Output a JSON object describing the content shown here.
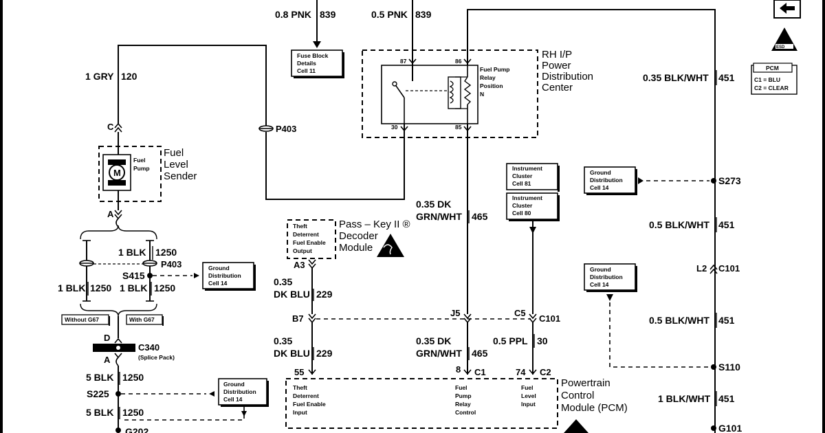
{
  "wires": {
    "pnk_left": {
      "size": "0.8 PNK",
      "circuit": "839"
    },
    "pnk_right": {
      "size": "0.5 PNK",
      "circuit": "839"
    },
    "gry": {
      "size": "1 GRY",
      "circuit": "120"
    },
    "blk_top": {
      "size": "1 BLK",
      "circuit": "1250"
    },
    "blk_left": {
      "size": "1 BLK",
      "circuit": "1250"
    },
    "blk_right": {
      "size": "1 BLK",
      "circuit": "1250"
    },
    "blk5_upper": {
      "size": "5 BLK",
      "circuit": "1250"
    },
    "blk5_lower": {
      "size": "5 BLK",
      "circuit": "1250"
    },
    "dkblu_upper": {
      "size_1": "0.35",
      "size_2": "DK BLU",
      "circuit": "229"
    },
    "dkblu_lower": {
      "size_1": "0.35",
      "size_2": "DK BLU",
      "circuit": "229"
    },
    "dkgrn_upper": {
      "size_1": "0.35 DK",
      "size_2": "GRN/WHT",
      "circuit": "465"
    },
    "dkgrn_lower": {
      "size_1": "0.35 DK",
      "size_2": "GRN/WHT",
      "circuit": "465"
    },
    "ppl": {
      "size": "0.5 PPL",
      "circuit": "30"
    },
    "blkwht_top": {
      "size": "0.35 BLK/WHT",
      "circuit": "451"
    },
    "blkwht_1": {
      "size": "0.5 BLK/WHT",
      "circuit": "451"
    },
    "blkwht_2": {
      "size": "0.5 BLK/WHT",
      "circuit": "451"
    },
    "blkwht_3": {
      "size": "1 BLK/WHT",
      "circuit": "451"
    }
  },
  "connectors": {
    "C": "C",
    "A_sender": "A",
    "D": "D",
    "A_c340": "A",
    "pin87": "87",
    "pin86": "86",
    "pin30": "30",
    "pin85": "85",
    "A3": "A3",
    "B7": "B7",
    "J5": "J5",
    "C5": "C5",
    "C101_mid": "C101",
    "pin55": "55",
    "pin8": "8",
    "C1": "C1",
    "pin74": "74",
    "C2": "C2",
    "L2": "L2",
    "C101_right": "C101",
    "C340": "C340",
    "C340_note": "(Splice Pack)",
    "P403_top": "P403",
    "P403_mid": "P403"
  },
  "splices": {
    "S415": "S415",
    "S225": "S225",
    "G202": "G202",
    "S273": "S273",
    "S110": "S110",
    "G101": "G101"
  },
  "refs": {
    "fuse_block": [
      "Fuse Block",
      "Details",
      "Cell 11"
    ],
    "ground_s415": [
      "Ground",
      "Distribution",
      "Cell 14"
    ],
    "ground_s225": [
      "Ground",
      "Distribution",
      "Cell 14"
    ],
    "ground_s273": [
      "Ground",
      "Distribution",
      "Cell 14"
    ],
    "ground_s110": [
      "Ground",
      "Distribution",
      "Cell 14"
    ],
    "cluster_81": [
      "Instrument",
      "Cluster",
      "Cell 81"
    ],
    "cluster_80": [
      "Instrument",
      "Cluster",
      "Cell 80"
    ],
    "without_g67": "Without G67",
    "with_g67": "With G67"
  },
  "components": {
    "relay": [
      "Fuel Pump",
      "Relay",
      "Position",
      "N"
    ],
    "rh_ip": [
      "RH I/P",
      "Power",
      "Distribution",
      "Center"
    ],
    "fuel_pump_label": [
      "Fuel",
      "Pump"
    ],
    "fuel_level_sender": [
      "Fuel",
      "Level",
      "Sender"
    ],
    "motor_symbol": "M",
    "theft_output": [
      "Theft",
      "Deterrent",
      "Fuel Enable",
      "Output"
    ],
    "decoder": [
      "Pass – Key II ®",
      "Decoder",
      "Module"
    ],
    "pcm_theft": [
      "Theft",
      "Deterrent",
      "Fuel Enable",
      "Input"
    ],
    "pcm_relay": [
      "Fuel",
      "Pump",
      "Relay",
      "Control"
    ],
    "pcm_level": [
      "Fuel",
      "Level",
      "Input"
    ],
    "pcm": [
      "Powertrain",
      "Control",
      "Module (PCM)"
    ]
  },
  "legend": {
    "title": "PCM",
    "c1": "C1 = BLU",
    "c2": "C2 = CLEAR"
  },
  "nav": {
    "back_arrow": "left-arrow-icon",
    "esd_icon_text": "ESD"
  }
}
